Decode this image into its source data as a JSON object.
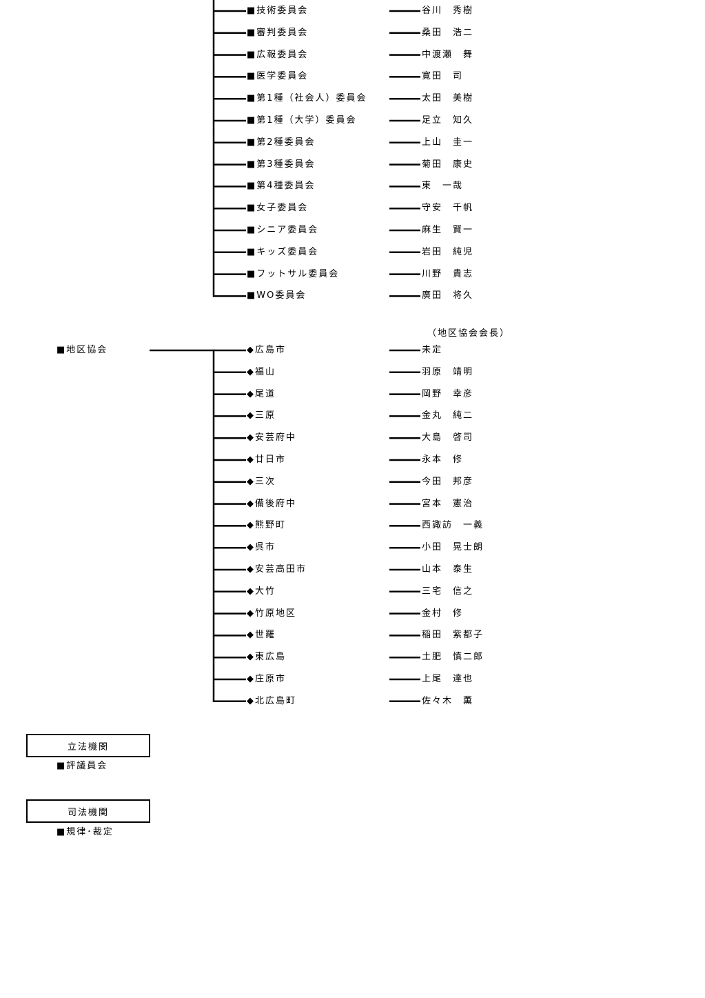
{
  "committees": [
    {
      "name": "■技術委員会",
      "chair": "谷川　秀樹"
    },
    {
      "name": "■審判委員会",
      "chair": "桑田　浩二"
    },
    {
      "name": "■広報委員会",
      "chair": "中渡瀬　舞"
    },
    {
      "name": "■医学委員会",
      "chair": "寛田　司"
    },
    {
      "name": "■第1種（社会人）委員会",
      "chair": "太田　美樹"
    },
    {
      "name": "■第1種（大学）委員会",
      "chair": "足立　知久"
    },
    {
      "name": "■第2種委員会",
      "chair": "上山　圭一"
    },
    {
      "name": "■第3種委員会",
      "chair": "菊田　康史"
    },
    {
      "name": "■第4種委員会",
      "chair": "東　一哉"
    },
    {
      "name": "■女子委員会",
      "chair": "守安　千帆"
    },
    {
      "name": "■シニア委員会",
      "chair": "麻生　賢一"
    },
    {
      "name": "■キッズ委員会",
      "chair": "岩田　純児"
    },
    {
      "name": "■フットサル委員会",
      "chair": "川野　貴志"
    },
    {
      "name": "■WO委員会",
      "chair": "廣田　将久"
    }
  ],
  "district": {
    "label": "■地区協会",
    "chair_heading": "（地区協会会長）",
    "items": [
      {
        "name": "◆広島市",
        "chair": "未定"
      },
      {
        "name": "◆福山",
        "chair": "羽原　靖明"
      },
      {
        "name": "◆尾道",
        "chair": "岡野　幸彦"
      },
      {
        "name": "◆三原",
        "chair": "金丸　純二"
      },
      {
        "name": "◆安芸府中",
        "chair": "大島　啓司"
      },
      {
        "name": "◆廿日市",
        "chair": "永本　修"
      },
      {
        "name": "◆三次",
        "chair": "今田　邦彦"
      },
      {
        "name": "◆備後府中",
        "chair": "宮本　憲治"
      },
      {
        "name": "◆熊野町",
        "chair": "西諏訪　一義"
      },
      {
        "name": "◆呉市",
        "chair": "小田　晃士朗"
      },
      {
        "name": "◆安芸高田市",
        "chair": "山本　泰生"
      },
      {
        "name": "◆大竹",
        "chair": "三宅　信之"
      },
      {
        "name": "◆竹原地区",
        "chair": "金村　修"
      },
      {
        "name": "◆世羅",
        "chair": "稲田　紫都子"
      },
      {
        "name": "◆東広島",
        "chair": "土肥　慎二郎"
      },
      {
        "name": "◆庄原市",
        "chair": "上尾　達也"
      },
      {
        "name": "◆北広島町",
        "chair": "佐々木　薫"
      }
    ]
  },
  "legislative": {
    "title": "立法機関",
    "item": "■評議員会"
  },
  "judicial": {
    "title": "司法機関",
    "item": "■規律･裁定"
  }
}
